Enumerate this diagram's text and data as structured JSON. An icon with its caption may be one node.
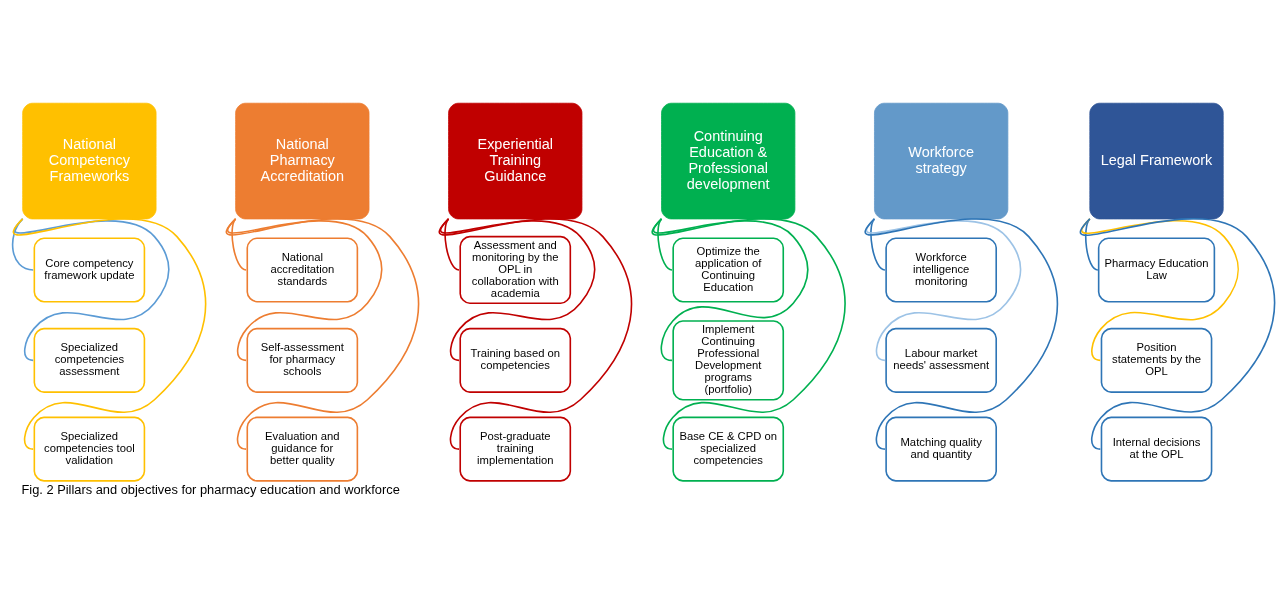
{
  "diagram": {
    "caption": "Fig. 2 Pillars and objectives for pharmacy education and workforce",
    "nodes": [
      {
        "text": [
          "National Competency Frameworks"
        ]
      },
      {
        "text": [
          "Core competency framework update"
        ]
      },
      {
        "text": [
          "Specialized competencies assessment"
        ]
      },
      {
        "text": [
          "Specialized competencies tool validation"
        ]
      },
      {
        "text": [
          "National Pharmacy Accreditation"
        ]
      },
      {
        "text": [
          "National accreditation standards"
        ]
      },
      {
        "text": [
          "Self-assessment for pharmacy schools"
        ]
      },
      {
        "text": [
          "Evaluation and guidance for better quality"
        ]
      },
      {
        "text": [
          "Experiential Training Guidance"
        ]
      },
      {
        "text": [
          "Assessment and monitoring by the OPL in collaboration with academia"
        ]
      },
      {
        "text": [
          "Training based on competencies"
        ]
      },
      {
        "text": [
          "Post-graduate training implementation"
        ]
      },
      {
        "text": [
          "Continuing Education & Professional development"
        ]
      },
      {
        "text": [
          "Optimize the application of Continuing Education"
        ]
      },
      {
        "text": [
          "Implement Continuing Professional Development programs (portfolio)"
        ]
      },
      {
        "text": [
          "Base CE & CPD on specialized competencies"
        ]
      },
      {
        "text": [
          "Workforce strategy"
        ]
      },
      {
        "text": [
          "Workforce intelligence monitoring"
        ]
      },
      {
        "text": [
          "Labour market needs' assessment"
        ]
      },
      {
        "text": [
          "Matching quality and quantity"
        ]
      },
      {
        "text": [
          "Legal Framework"
        ]
      },
      {
        "text": [
          "Pharmacy Education Law"
        ]
      },
      {
        "text": [
          "Position statements by the OPL"
        ]
      },
      {
        "text": [
          "Internal decisions at the OPL"
        ]
      }
    ],
    "edges": [
      {
        "from": 0,
        "to": 1,
        "arrow": "none",
        "color": "#5b9bd5"
      },
      {
        "from": 0,
        "to": 2,
        "arrow": "none",
        "color": "#5b9bd5"
      },
      {
        "from": 0,
        "to": 3,
        "arrow": "none",
        "color": "#ffc000"
      },
      {
        "from": 4,
        "to": 5,
        "arrow": "none",
        "color": "#ed7d31"
      },
      {
        "from": 4,
        "to": 6,
        "arrow": "none",
        "color": "#ed7d31"
      },
      {
        "from": 4,
        "to": 7,
        "arrow": "none",
        "color": "#ed7d31"
      },
      {
        "from": 8,
        "to": 9,
        "arrow": "none",
        "color": "#c00000"
      },
      {
        "from": 8,
        "to": 10,
        "arrow": "none",
        "color": "#c00000"
      },
      {
        "from": 8,
        "to": 11,
        "arrow": "none",
        "color": "#c00000"
      },
      {
        "from": 12,
        "to": 13,
        "arrow": "none",
        "color": "#00b050"
      },
      {
        "from": 12,
        "to": 14,
        "arrow": "none",
        "color": "#00b050"
      },
      {
        "from": 12,
        "to": 15,
        "arrow": "none",
        "color": "#00b050"
      },
      {
        "from": 16,
        "to": 17,
        "arrow": "none",
        "color": "#2e75b6"
      },
      {
        "from": 16,
        "to": 18,
        "arrow": "none",
        "color": "#9dc3e6"
      },
      {
        "from": 16,
        "to": 19,
        "arrow": "none",
        "color": "#2e75b6"
      },
      {
        "from": 20,
        "to": 21,
        "arrow": "none",
        "color": "#2e75b6"
      },
      {
        "from": 20,
        "to": 22,
        "arrow": "none",
        "color": "#ffc000"
      },
      {
        "from": 20,
        "to": 23,
        "arrow": "none",
        "color": "#2e75b6"
      }
    ]
  }
}
